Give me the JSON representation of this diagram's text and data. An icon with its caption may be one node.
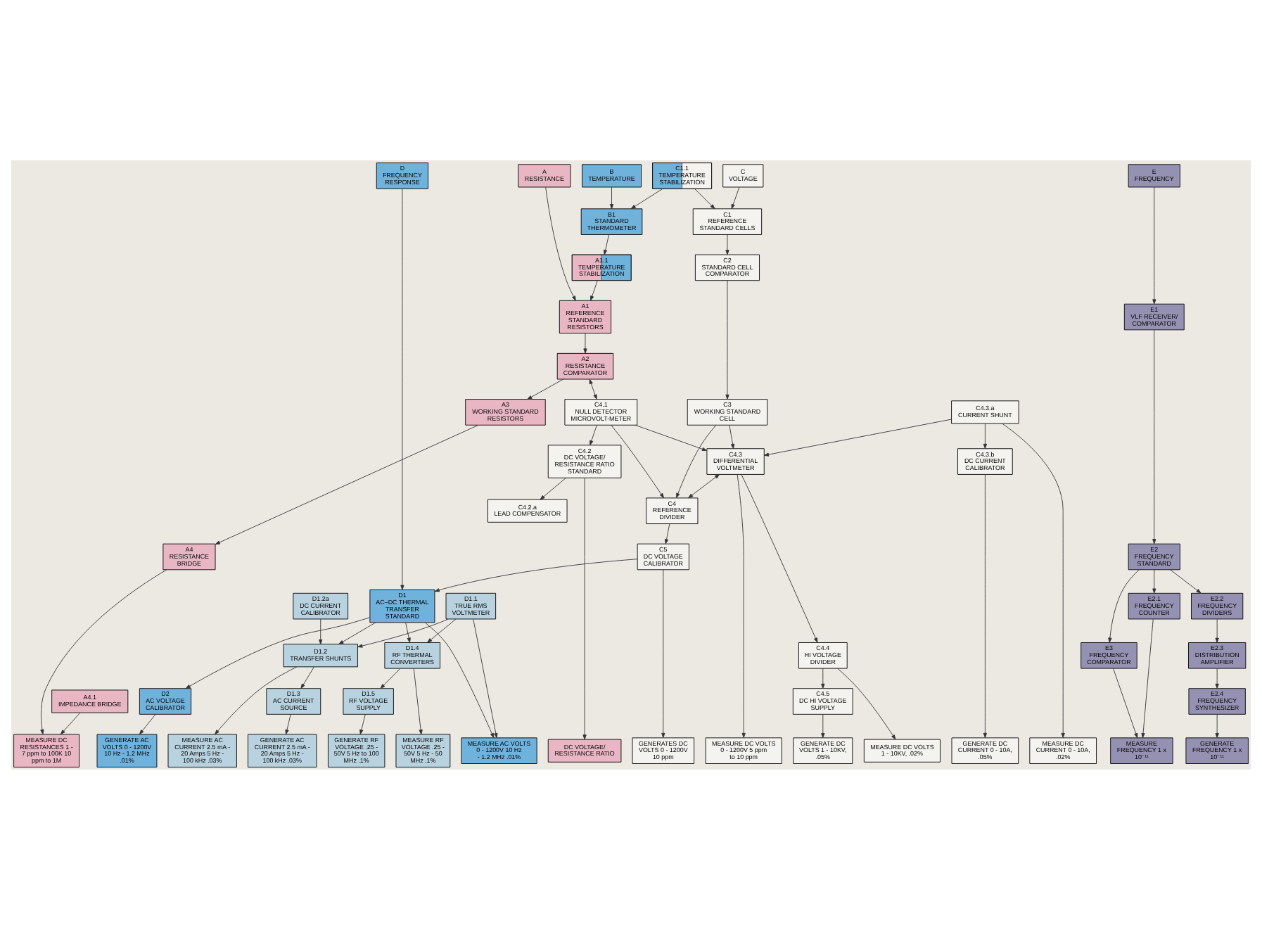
{
  "diagram": {
    "nodes": [
      {
        "text": [
          "A",
          "RESISTANCE"
        ]
      },
      {
        "text": [
          "B",
          "TEMPERATURE"
        ]
      },
      {
        "text": [
          "C",
          "VOLTAGE"
        ]
      },
      {
        "text": [
          "D",
          "FREQUENCY RESPONSE"
        ]
      },
      {
        "text": [
          "E",
          "FREQUENCY"
        ]
      },
      {
        "text": [
          "A1",
          "REFERENCE STANDARD RESISTORS"
        ]
      },
      {
        "text": [
          "A1.1",
          "TEMPERATURE STABILIZATION"
        ]
      },
      {
        "text": [
          "B1",
          "STANDARD THERMOMETER"
        ]
      },
      {
        "text": [
          "C1.1",
          "TEMPERATURE STABILIZATION"
        ]
      },
      {
        "text": [
          "C1",
          "REFERENCE STANDARD CELLS"
        ]
      },
      {
        "text": [
          "D1",
          "AC–DC THERMAL TRANSFER STANDARD"
        ]
      },
      {
        "text": [
          "E1",
          "VLF RECEIVER/ COMPARATOR"
        ]
      },
      {
        "text": [
          "A2",
          "RESISTANCE COMPARATOR"
        ]
      },
      {
        "text": [
          "C2",
          "STANDARD CELL COMPARATOR"
        ]
      },
      {
        "text": [
          "D2",
          "AC VOLTAGE CALIBRATOR"
        ]
      },
      {
        "text": [
          "E2",
          "FREQUENCY STANDARD"
        ]
      },
      {
        "text": [
          "A3",
          "WORKING STANDARD RESISTORS"
        ]
      },
      {
        "text": [
          "C3",
          "WORKING STANDARD CELL"
        ]
      },
      {
        "text": [
          "D1.2a",
          "DC CURRENT CALIBRATOR"
        ]
      },
      {
        "text": [
          "D1.1",
          "TRUE RMS VOLTMETER"
        ]
      },
      {
        "text": [
          "E3",
          "FREQUENCY COMPARATOR"
        ]
      },
      {
        "text": [
          "A4",
          "RESISTANCE BRIDGE"
        ]
      },
      {
        "text": [
          "C4.2",
          "DC VOLTAGE/ RESISTANCE RATIO STANDARD"
        ]
      },
      {
        "text": [
          "C4.1",
          "NULL DETECTOR MICROVOLT-METER"
        ]
      },
      {
        "text": [
          "C4",
          "REFERENCE DIVIDER"
        ]
      },
      {
        "text": [
          "D1.2",
          "TRANSFER SHUNTS"
        ]
      },
      {
        "text": [
          "E2.1",
          "FREQUENCY COUNTER"
        ]
      },
      {
        "text": [
          "E2.2",
          "FREQUENCY DIVIDERS"
        ]
      },
      {
        "text": [
          "A4.1",
          "IMPEDANCE BRIDGE"
        ]
      },
      {
        "text": [
          "C4.2.a",
          "LEAD COMPENSATOR"
        ]
      },
      {
        "text": [
          "C4.3",
          "DIFFERENTIAL VOLTMETER"
        ]
      },
      {
        "text": [
          "C5",
          "DC VOLTAGE CALIBRATOR"
        ]
      },
      {
        "text": [
          "D1.3",
          "AC CURRENT SOURCE"
        ]
      },
      {
        "text": [
          "E2.3",
          "DISTRIBUTION AMPLIFIER"
        ]
      },
      {
        "text": [
          "C4.3.a",
          "CURRENT SHUNT"
        ]
      },
      {
        "text": [
          "C4.4",
          "HI VOLTAGE DIVIDER"
        ]
      },
      {
        "text": [
          "D1.4",
          "RF THERMAL CONVERTERS"
        ]
      },
      {
        "text": [
          "E2.4",
          "FREQUENCY SYNTHESIZER"
        ]
      },
      {
        "text": [
          "C4.3.b",
          "DC CURRENT CALIBRATOR"
        ]
      },
      {
        "text": [
          "C4.5",
          "DC HI VOLTAGE SUPPLY"
        ]
      },
      {
        "text": [
          "D1.5",
          "RF VOLTAGE SUPPLY"
        ]
      },
      {
        "text": [
          "DC VOLTAGE/ RESISTANCE RATIO"
        ]
      },
      {
        "text": [
          "GENERATE DC CURRENT 0 - 10A, .05%"
        ]
      },
      {
        "text": [
          "GENERATE DC VOLTS 1 - 10KV, .05%"
        ]
      },
      {
        "text": [
          "MEASURE DC VOLTS 0 - 1200V 5 ppm to 10 ppm"
        ]
      },
      {
        "text": [
          "MEASURE RF VOLTAGE .25 - 50V 5 Hz - 50 MHz .1%"
        ]
      },
      {
        "text": [
          "GENERATE AC VOLTS 0 - 1200V 10 Hz - 1.2 MHz .01%"
        ]
      },
      {
        "text": [
          "GENERATE AC CURRENT 2.5 mA - 20 Amps 5 Hz - 100 kHz .03%"
        ]
      },
      {
        "text": [
          "MEASURE FREQUENCY 1 x 10⁻¹¹"
        ]
      },
      {
        "text": [
          "MEASURE DC RESISTANCES 1 - 7 ppm to 100K 10 ppm to 1M"
        ]
      },
      {
        "text": [
          "MEASURE DC CURRENT 0 - 10A, .02%"
        ]
      },
      {
        "text": [
          "MEASURE DC VOLTS 1 - 10KV, .02%"
        ]
      },
      {
        "text": [
          "GENERATES DC VOLTS 0 - 1200V 10 ppm"
        ]
      },
      {
        "text": [
          "MEASURE AC CURRENT 2.5 mA - 20 Amps 5 Hz - 100 kHz .03%"
        ]
      },
      {
        "text": [
          "MEASURE AC VOLTS 0 - 1200V 10 Hz - 1.2 MHz .01%"
        ]
      },
      {
        "text": [
          "GENERATE RF VOLTAGE .25 - 50V 5 Hz to 100 MHz .1%"
        ]
      },
      {
        "text": [
          "GENERATE FREQUENCY 1 x 10⁻¹¹"
        ]
      }
    ],
    "edges": [
      {
        "from": 0,
        "to": 5,
        "arrow": "to"
      },
      {
        "from": 1,
        "to": 7,
        "arrow": "to"
      },
      {
        "from": 2,
        "to": 9,
        "arrow": "to"
      },
      {
        "from": 3,
        "to": 10,
        "arrow": "to"
      },
      {
        "from": 4,
        "to": 11,
        "arrow": "to"
      },
      {
        "from": 6,
        "to": 5,
        "arrow": "to"
      },
      {
        "from": 7,
        "to": 6,
        "arrow": "to"
      },
      {
        "from": 8,
        "to": 7,
        "arrow": "to"
      },
      {
        "from": 8,
        "to": 9,
        "arrow": "to"
      },
      {
        "from": 5,
        "to": 12,
        "arrow": "to"
      },
      {
        "from": 9,
        "to": 13,
        "arrow": "to"
      },
      {
        "from": 10,
        "to": 14,
        "arrow": "to"
      },
      {
        "from": 11,
        "to": 15,
        "arrow": "to"
      },
      {
        "from": 12,
        "to": 23,
        "arrow": "both"
      },
      {
        "from": 12,
        "to": 16,
        "arrow": "to"
      },
      {
        "from": 13,
        "to": 17,
        "arrow": "to"
      },
      {
        "from": 15,
        "to": 20,
        "arrow": "to"
      },
      {
        "from": 15,
        "to": 26,
        "arrow": "to"
      },
      {
        "from": 15,
        "to": 27,
        "arrow": "to"
      },
      {
        "from": 16,
        "to": 21,
        "arrow": "to"
      },
      {
        "from": 17,
        "to": 24,
        "arrow": "to"
      },
      {
        "from": 17,
        "to": 30,
        "arrow": "to"
      },
      {
        "from": 23,
        "to": 30,
        "arrow": "to"
      },
      {
        "from": 18,
        "to": 25,
        "arrow": "to"
      },
      {
        "from": 10,
        "to": 25,
        "arrow": "to"
      },
      {
        "from": 10,
        "to": 36,
        "arrow": "to"
      },
      {
        "from": 10,
        "to": 54,
        "arrow": "to"
      },
      {
        "from": 19,
        "to": 25,
        "arrow": "to"
      },
      {
        "from": 19,
        "to": 36,
        "arrow": "to"
      },
      {
        "from": 19,
        "to": 54,
        "arrow": "to"
      },
      {
        "from": 14,
        "to": 46,
        "arrow": "to"
      },
      {
        "from": 25,
        "to": 53,
        "arrow": "to"
      },
      {
        "from": 25,
        "to": 32,
        "arrow": "to"
      },
      {
        "from": 31,
        "to": 10,
        "arrow": "to"
      },
      {
        "from": 32,
        "to": 47,
        "arrow": "to"
      },
      {
        "from": 36,
        "to": 45,
        "arrow": "to"
      },
      {
        "from": 36,
        "to": 40,
        "arrow": "to"
      },
      {
        "from": 40,
        "to": 55,
        "arrow": "to"
      },
      {
        "from": 20,
        "to": 48,
        "arrow": "to"
      },
      {
        "from": 26,
        "to": 48,
        "arrow": "to"
      },
      {
        "from": 27,
        "to": 33,
        "arrow": "to"
      },
      {
        "from": 33,
        "to": 37,
        "arrow": "to"
      },
      {
        "from": 37,
        "to": 56,
        "arrow": "to"
      },
      {
        "from": 21,
        "to": 49,
        "arrow": "to"
      },
      {
        "from": 28,
        "to": 49,
        "arrow": "to"
      },
      {
        "from": 23,
        "to": 22,
        "arrow": "to"
      },
      {
        "from": 22,
        "to": 29,
        "arrow": "to"
      },
      {
        "from": 22,
        "to": 41,
        "arrow": "to"
      },
      {
        "from": 23,
        "to": 24,
        "arrow": "to"
      },
      {
        "from": 30,
        "to": 24,
        "arrow": "both"
      },
      {
        "from": 34,
        "to": 30,
        "arrow": "to"
      },
      {
        "from": 24,
        "to": 31,
        "arrow": "to"
      },
      {
        "from": 30,
        "to": 35,
        "arrow": "to"
      },
      {
        "from": 30,
        "to": 44,
        "arrow": "to"
      },
      {
        "from": 35,
        "to": 39,
        "arrow": "to"
      },
      {
        "from": 35,
        "to": 51,
        "arrow": "to"
      },
      {
        "from": 39,
        "to": 43,
        "arrow": "to"
      },
      {
        "from": 31,
        "to": 52,
        "arrow": "to"
      },
      {
        "from": 34,
        "to": 50,
        "arrow": "to"
      },
      {
        "from": 34,
        "to": 38,
        "arrow": "to"
      },
      {
        "from": 38,
        "to": 42,
        "arrow": "to"
      }
    ]
  }
}
